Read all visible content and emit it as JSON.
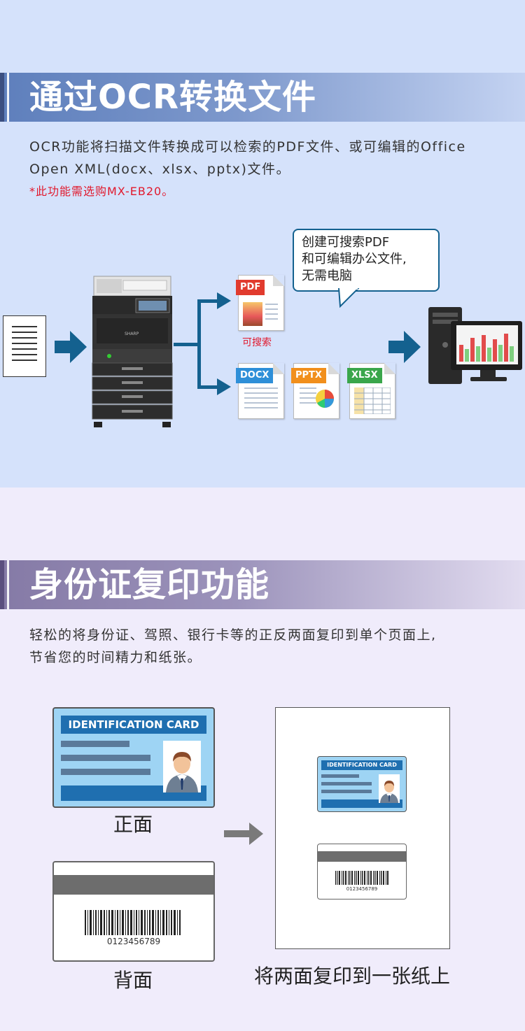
{
  "ocr_section": {
    "title": "通过OCR转换文件",
    "desc_line1": "OCR功能将扫描文件转换成可以检索的PDF文件、或可编辑的Office",
    "desc_line2": "Open XML(docx、xlsx、pptx)文件。",
    "note": "*此功能需选购MX-EB20。",
    "bubble_line1": "创建可搜索PDF",
    "bubble_line2": "和可编辑办公文件,",
    "bubble_line3": "无需电脑",
    "pdf_tag": "PDF",
    "pdf_caption": "可搜索",
    "docx_tag": "DOCX",
    "pptx_tag": "PPTX",
    "xlsx_tag": "XLSX",
    "colors": {
      "accent": "#e1192d",
      "arrow": "#14618f",
      "banner": "#5e7fbc"
    }
  },
  "id_section": {
    "title": "身份证复印功能",
    "desc_line1": "轻松的将身份证、驾照、银行卡等的正反两面复印到单个页面上,",
    "desc_line2": "节省您的时间精力和纸张。",
    "card_header": "IDENTIFICATION CARD",
    "front_label": "正面",
    "back_label": "背面",
    "barcode_number": "0123456789",
    "result_label": "将两面复印到一张纸上"
  }
}
